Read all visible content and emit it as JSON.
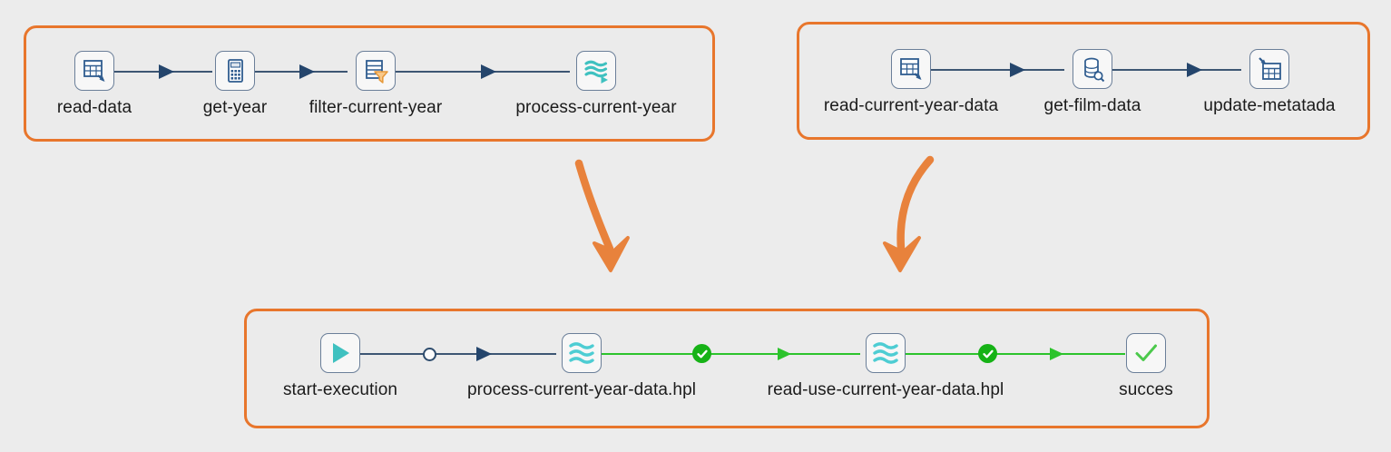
{
  "theme": {
    "background": "#ececec",
    "panel_border": "#e8762c",
    "panel_fill": "#ebebeb",
    "node_border": "#6b7f99",
    "node_fill": "#f7f7f7",
    "hop_line": "#3d5673",
    "hop_line_success": "#2cc32c",
    "icon_blue": "#2f5c8f",
    "icon_teal": "#3fc1c0",
    "icon_orange": "#f0a04b",
    "success_green": "#16b216",
    "label_text": "#1b1b1b"
  },
  "diagram": {
    "type": "data-pipeline-workflow",
    "panels": [
      {
        "id": "pipeline-process-current-year",
        "nodes": [
          {
            "label": "read-data",
            "icon": "table-input-icon"
          },
          {
            "label": "get-year",
            "icon": "calculator-icon"
          },
          {
            "label": "filter-current-year",
            "icon": "filter-rows-icon"
          },
          {
            "label": "process-current-year",
            "icon": "pipeline-run-icon"
          }
        ],
        "hops": [
          {
            "from": "read-data",
            "to": "get-year",
            "state": "default"
          },
          {
            "from": "get-year",
            "to": "filter-current-year",
            "state": "default"
          },
          {
            "from": "filter-current-year",
            "to": "process-current-year",
            "state": "default"
          }
        ]
      },
      {
        "id": "pipeline-read-current-year",
        "nodes": [
          {
            "label": "read-current-year-data",
            "icon": "table-input-icon"
          },
          {
            "label": "get-film-data",
            "icon": "database-lookup-icon"
          },
          {
            "label": "update-metatada",
            "icon": "table-output-icon"
          }
        ],
        "hops": [
          {
            "from": "read-current-year-data",
            "to": "get-film-data",
            "state": "default"
          },
          {
            "from": "get-film-data",
            "to": "update-metatada",
            "state": "default"
          }
        ]
      },
      {
        "id": "workflow-main",
        "nodes": [
          {
            "label": "start-execution",
            "icon": "start-play-icon"
          },
          {
            "label": "process-current-year-data.hpl",
            "icon": "pipeline-icon"
          },
          {
            "label": "read-use-current-year-data.hpl",
            "icon": "pipeline-icon"
          },
          {
            "label": "succes",
            "icon": "success-check-icon"
          }
        ],
        "hops": [
          {
            "from": "start-execution",
            "to": "process-current-year-data.hpl",
            "state": "default",
            "marker": "hop-circle-icon"
          },
          {
            "from": "process-current-year-data.hpl",
            "to": "read-use-current-year-data.hpl",
            "state": "success",
            "marker": "green-check-icon"
          },
          {
            "from": "read-use-current-year-data.hpl",
            "to": "succes",
            "state": "success",
            "marker": "green-check-icon"
          }
        ]
      }
    ],
    "annotations": [
      {
        "id": "arrow-pipeline-process-to-workflow",
        "icon": "curved-down-arrow-icon",
        "from_panel": "pipeline-process-current-year",
        "to_panel": "workflow-main"
      },
      {
        "id": "arrow-pipeline-read-to-workflow",
        "icon": "curved-down-arrow-icon",
        "from_panel": "pipeline-read-current-year",
        "to_panel": "workflow-main"
      }
    ]
  }
}
